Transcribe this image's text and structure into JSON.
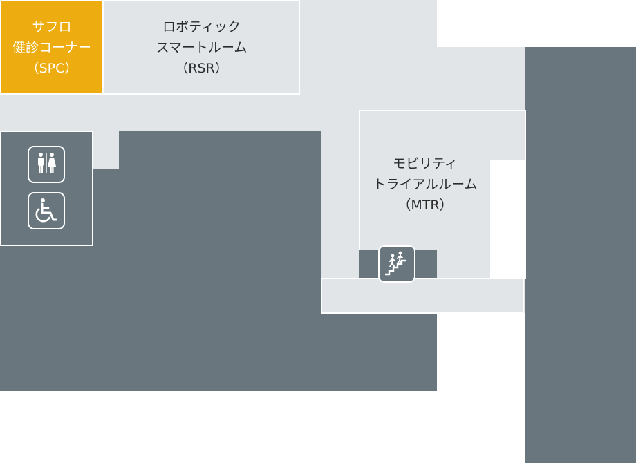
{
  "rooms": {
    "spc": {
      "line1": "サフロ",
      "line2": "健診コーナー",
      "line3": "（SPC）"
    },
    "rsr": {
      "line1": "ロボティック",
      "line2": "スマートルーム",
      "line3": "（RSR）"
    },
    "mtr": {
      "line1": "モビリティ",
      "line2": "トライアルルーム",
      "line3": "（MTR）"
    }
  },
  "icons": {
    "restroom": "restroom-icon",
    "accessible": "wheelchair-accessible-icon",
    "stairs": "stairs-icon"
  },
  "colors": {
    "highlight": "#EDAD10",
    "room": "#E1E5E8",
    "corridor": "#E1E5E8",
    "outline": "#ffffff",
    "wall": "#69767D"
  }
}
